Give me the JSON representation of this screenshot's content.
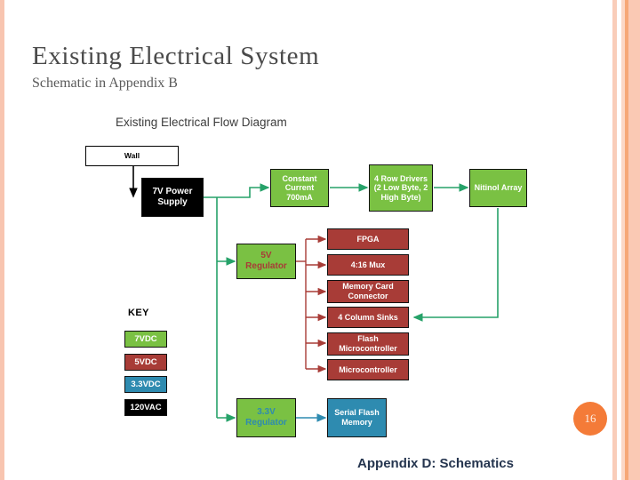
{
  "slide": {
    "title": "Existing Electrical System",
    "subtitle": "Schematic in Appendix B",
    "page_number": "16",
    "footer": "Appendix D: Schematics"
  },
  "theme": {
    "accent_orange": "#f47b38",
    "stripe_salmon": "#f8c5b0",
    "stripe_dark": "#f6a877",
    "footer_navy": "#25354f",
    "green": "#7ac143",
    "red": "#a83c37",
    "blue": "#2e8bb0",
    "black": "#000000"
  },
  "diagram": {
    "title": "Existing Electrical Flow Diagram",
    "nodes": {
      "wall": "Wall",
      "power_supply": "7V Power Supply",
      "constant_current": "Constant Current 700mA",
      "row_drivers": "4 Row Drivers (2 Low Byte, 2 High Byte)",
      "nitinol_array": "Nitinol Array",
      "regulator_5v": "5V Regulator",
      "regulator_33v": "3.3V Regulator",
      "fpga": "FPGA",
      "mux": "4:16 Mux",
      "memory_card": "Memory Card Connector",
      "column_sinks": "4 Column Sinks",
      "flash_mcu": "Flash Microcontroller",
      "microcontroller": "Microcontroller",
      "serial_flash": "Serial Flash Memory"
    },
    "key": {
      "title": "KEY",
      "items": [
        {
          "label": "7VDC",
          "color": "#7ac143"
        },
        {
          "label": "5VDC",
          "color": "#a83c37"
        },
        {
          "label": "3.3VDC",
          "color": "#2e8bb0"
        },
        {
          "label": "120VAC",
          "color": "#000000"
        }
      ]
    }
  }
}
